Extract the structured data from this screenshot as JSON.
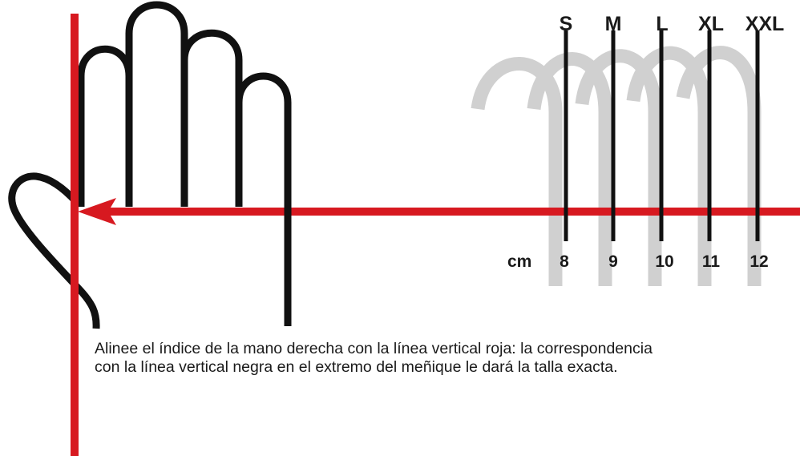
{
  "sizes": [
    {
      "label": "S",
      "cm": "8"
    },
    {
      "label": "M",
      "cm": "9"
    },
    {
      "label": "L",
      "cm": "10"
    },
    {
      "label": "XL",
      "cm": "11"
    },
    {
      "label": "XXL",
      "cm": "12"
    }
  ],
  "cm_unit": "cm",
  "instructions": {
    "line1": "Alinee el índice de la mano derecha con la línea vertical roja: la correspondencia",
    "line2": "con la línea vertical negra en el extremo del meñique le dará la talla exacta."
  },
  "colors": {
    "red_line": "#d71920",
    "hand_outline": "#111111",
    "finger_arcs": "#d0d0d0",
    "text": "#1a1a1a"
  }
}
